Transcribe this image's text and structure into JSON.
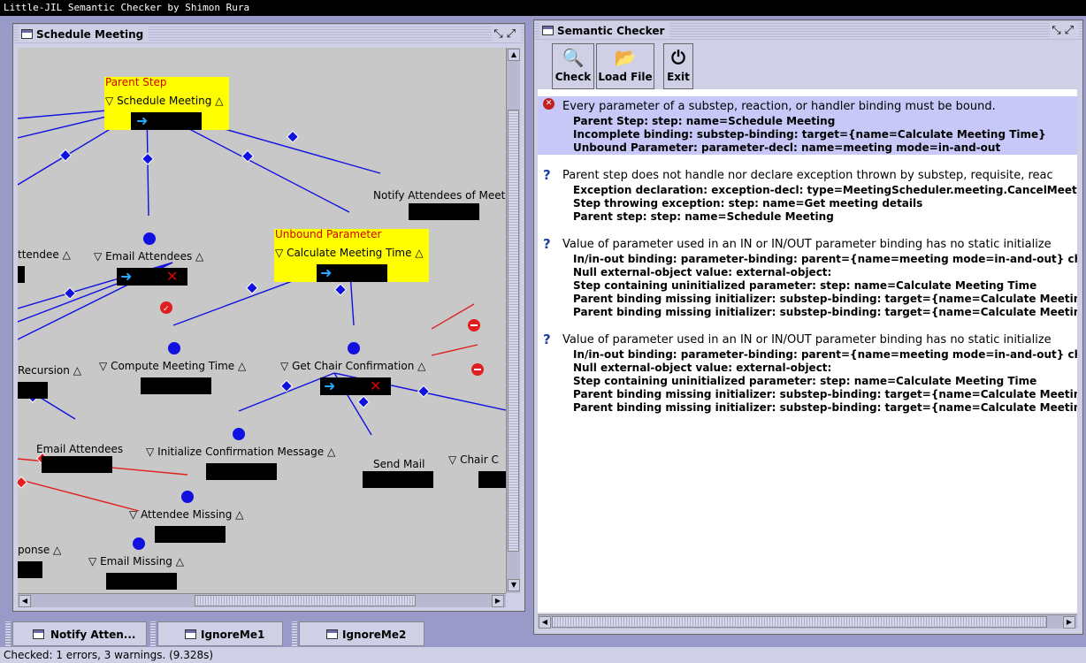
{
  "app": {
    "title": "Little-JIL Semantic Checker by Shimon Rura"
  },
  "schedule_window": {
    "title": "Schedule Meeting",
    "labels": {
      "parent_step": "Parent Step",
      "unbound_parameter": "Unbound Parameter"
    },
    "steps": {
      "schedule_meeting": "Schedule Meeting",
      "notify_attendees": "Notify Attendees of Meeting",
      "attendee": "ttendee",
      "email_attendees": "Email Attendees",
      "calculate_meeting_time": "Calculate Meeting Time",
      "recursion": "Recursion",
      "compute_meeting_time": "Compute Meeting Time",
      "get_chair_confirmation": "Get Chair Confirmation",
      "email_attendees_2": "Email Attendees",
      "initialize_confirmation": "Initialize Confirmation Message",
      "send_mail": "Send Mail",
      "chair_c": "Chair C",
      "attendee_missing": "Attendee Missing",
      "response": "ponse",
      "email_missing": "Email Missing"
    }
  },
  "checker_window": {
    "title": "Semantic Checker",
    "toolbar": {
      "check": "Check",
      "load_file": "Load File",
      "exit": "Exit"
    },
    "messages": [
      {
        "kind": "error",
        "head": "Every parameter of a substep, reaction, or handler binding must be bound.",
        "details": [
          "Parent Step: step: name=Schedule Meeting",
          "Incomplete binding: substep-binding: target={name=Calculate Meeting Time}",
          "Unbound Parameter: parameter-decl: name=meeting mode=in-and-out"
        ]
      },
      {
        "kind": "warning",
        "head": "Parent step does not handle nor declare exception thrown by substep, requisite, reac",
        "details": [
          "Exception declaration: exception-decl: type=MeetingScheduler.meeting.CancelMeetingExcep",
          "Step throwing exception: step: name=Get meeting details",
          "Parent step: step: name=Schedule Meeting"
        ]
      },
      {
        "kind": "warning",
        "head": "Value of parameter used in an IN or IN/OUT parameter binding has no static initialize",
        "details": [
          "In/in-out binding: parameter-binding: parent={name=meeting mode=in-and-out} child={",
          "Null external-object value: external-object:",
          "Step containing uninitialized parameter: step: name=Calculate Meeting Time",
          "Parent binding missing initializer: substep-binding: target={name=Calculate Meeting Time",
          "Parent binding missing initializer: substep-binding: target={name=Calculate Meeting Time"
        ]
      },
      {
        "kind": "warning",
        "head": "Value of parameter used in an IN or IN/OUT parameter binding has no static initialize",
        "details": [
          "In/in-out binding: parameter-binding: parent={name=meeting mode=in-and-out} child={",
          "Null external-object value: external-object:",
          "Step containing uninitialized parameter: step: name=Calculate Meeting Time",
          "Parent binding missing initializer: substep-binding: target={name=Calculate Meeting Time",
          "Parent binding missing initializer: substep-binding: target={name=Calculate Meeting Time"
        ]
      }
    ]
  },
  "taskbar": {
    "items": [
      "Notify Atten...",
      "IgnoreMe1",
      "IgnoreMe2"
    ]
  },
  "status": {
    "text": "Checked: 1 errors, 3 warnings. (9.328s)"
  }
}
